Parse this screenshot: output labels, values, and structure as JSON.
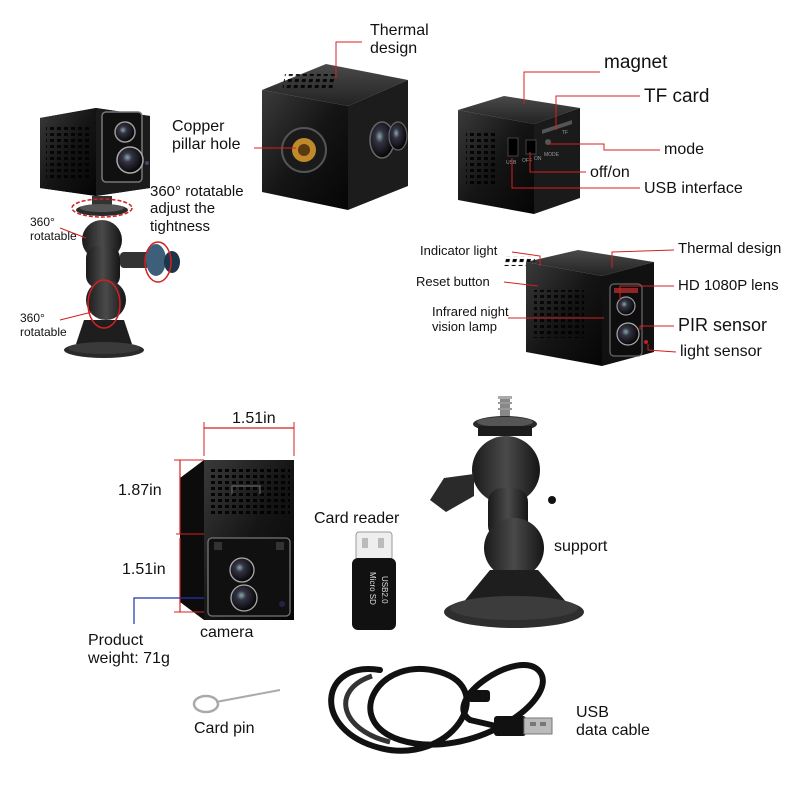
{
  "labels": {
    "thermal_design_top": "Thermal\ndesign",
    "copper_pillar_hole": "Copper\npillar hole",
    "rotatable_360_adjust": "360° rotatable\nadjust the\ntightness",
    "rotatable_360_left_top": "360°\nrotatable",
    "rotatable_360_left_bottom": "360°\nrotatable",
    "magnet": "magnet",
    "tf_card": "TF card",
    "mode": "mode",
    "off_on": "off/on",
    "usb_interface": "USB interface",
    "indicator_light": "Indicator light",
    "reset_button": "Reset button",
    "infrared_night_vision_lamp": "Infrared night\nvision lamp",
    "thermal_design_right": "Thermal design",
    "hd_lens": "HD 1080P lens",
    "pir_sensor": "PIR sensor",
    "light_sensor": "light sensor",
    "width_dim": "1.51in",
    "height_dim": "1.87in",
    "depth_dim": "1.51in",
    "product_weight": "Product\nweight: 71g",
    "camera": "camera",
    "card_reader": "Card reader",
    "support": "support",
    "card_pin": "Card pin",
    "usb_data_cable": "USB\ndata cable"
  },
  "device_print": {
    "usb": "USB",
    "off": "OFF",
    "on": "ON",
    "mode": "MODE",
    "tf": "TF",
    "micro_sd": "Micro SD",
    "usb2": "USB2.0"
  },
  "colors": {
    "leader_red": "#d42020",
    "leader_blue": "#2233aa",
    "device_black": "#141414",
    "mount_gray": "#2c2c2c"
  }
}
